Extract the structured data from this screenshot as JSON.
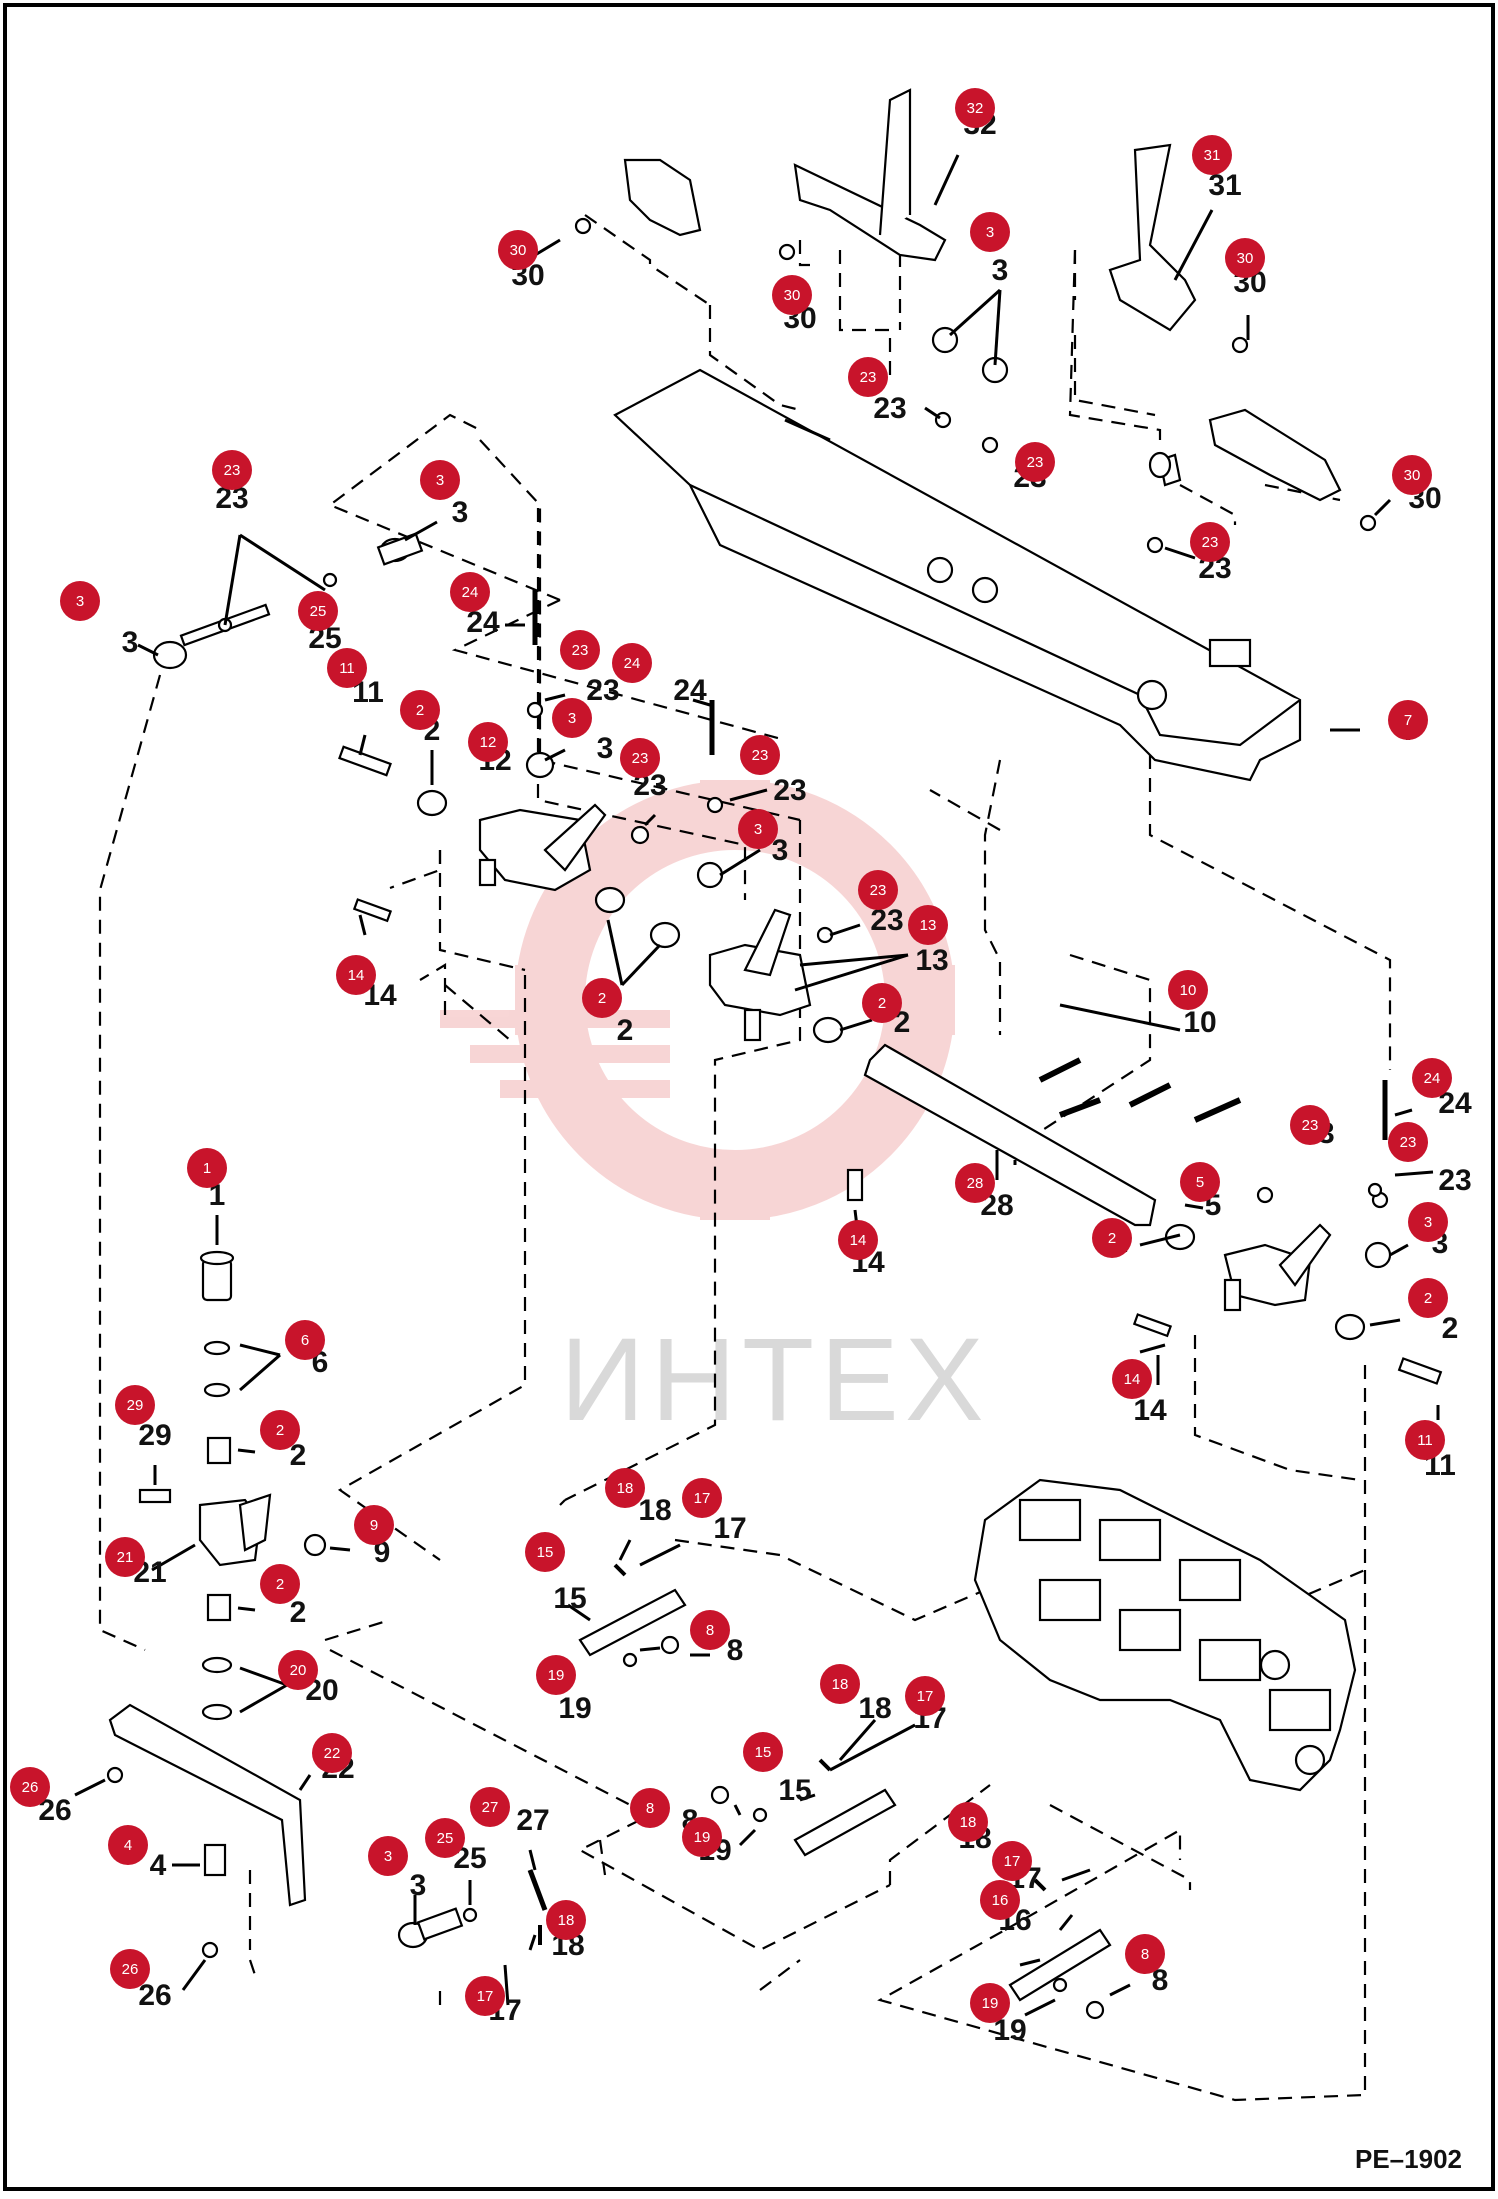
{
  "drawing": {
    "code": "PE–1902",
    "watermark": "ИНТЕХ"
  },
  "colors": {
    "badge": "#c8142b",
    "line": "#000000",
    "watermark": "#f2b4b4"
  },
  "callouts": [
    {
      "id": "c1",
      "label": "32",
      "badge": "32"
    },
    {
      "id": "c2",
      "label": "3",
      "badge": "3"
    },
    {
      "id": "c3",
      "label": "31",
      "badge": "31"
    },
    {
      "id": "c4",
      "label": "30",
      "badge": "30"
    },
    {
      "id": "c5",
      "label": "30",
      "badge": "30"
    },
    {
      "id": "c6",
      "label": "30",
      "badge": "30"
    },
    {
      "id": "c7",
      "label": "23",
      "badge": "23"
    },
    {
      "id": "c8",
      "label": "23",
      "badge": "23"
    },
    {
      "id": "c9",
      "label": "30",
      "badge": "30"
    },
    {
      "id": "c10",
      "label": "23",
      "badge": "23"
    },
    {
      "id": "c11",
      "label": "3",
      "badge": "3"
    },
    {
      "id": "c12",
      "label": "23",
      "badge": "23"
    },
    {
      "id": "c13",
      "label": "3",
      "badge": "3"
    },
    {
      "id": "c14",
      "label": "25",
      "badge": "25"
    },
    {
      "id": "c15",
      "label": "24",
      "badge": "24"
    },
    {
      "id": "c16",
      "label": "23",
      "badge": "23"
    },
    {
      "id": "c17",
      "label": "24",
      "badge": "24"
    },
    {
      "id": "c18",
      "label": "11",
      "badge": "11"
    },
    {
      "id": "c19",
      "label": "2",
      "badge": "2"
    },
    {
      "id": "c20",
      "label": "12",
      "badge": "12"
    },
    {
      "id": "c21",
      "label": "3",
      "badge": "3"
    },
    {
      "id": "c22",
      "label": "23",
      "badge": "23"
    },
    {
      "id": "c23",
      "label": "23",
      "badge": "23"
    },
    {
      "id": "c24",
      "label": "3",
      "badge": "3"
    },
    {
      "id": "c25",
      "label": "7",
      "badge": "7"
    },
    {
      "id": "c26",
      "label": "23",
      "badge": "23"
    },
    {
      "id": "c27",
      "label": "13",
      "badge": "13"
    },
    {
      "id": "c28",
      "label": "14",
      "badge": "14"
    },
    {
      "id": "c29",
      "label": "2",
      "badge": "2"
    },
    {
      "id": "c30",
      "label": "2",
      "badge": "2"
    },
    {
      "id": "c31",
      "label": "10",
      "badge": "10"
    },
    {
      "id": "c32",
      "label": "24",
      "badge": "24"
    },
    {
      "id": "c33",
      "label": "23",
      "badge": "23"
    },
    {
      "id": "c34",
      "label": "23",
      "badge": "23"
    },
    {
      "id": "c35",
      "label": "28",
      "badge": "28"
    },
    {
      "id": "c36",
      "label": "14",
      "badge": "14"
    },
    {
      "id": "c37",
      "label": "5",
      "badge": "5"
    },
    {
      "id": "c38",
      "label": "3",
      "badge": "3"
    },
    {
      "id": "c39",
      "label": "2",
      "badge": "2"
    },
    {
      "id": "c40",
      "label": "2",
      "badge": "2"
    },
    {
      "id": "c41",
      "label": "14",
      "badge": "14"
    },
    {
      "id": "c42",
      "label": "11",
      "badge": "11"
    },
    {
      "id": "c43",
      "label": "1",
      "badge": "1"
    },
    {
      "id": "c44",
      "label": "6",
      "badge": "6"
    },
    {
      "id": "c45",
      "label": "29",
      "badge": "29"
    },
    {
      "id": "c46",
      "label": "2",
      "badge": "2"
    },
    {
      "id": "c47",
      "label": "9",
      "badge": "9"
    },
    {
      "id": "c48",
      "label": "21",
      "badge": "21"
    },
    {
      "id": "c49",
      "label": "2",
      "badge": "2"
    },
    {
      "id": "c50",
      "label": "20",
      "badge": "20"
    },
    {
      "id": "c51",
      "label": "18",
      "badge": "18"
    },
    {
      "id": "c52",
      "label": "17",
      "badge": "17"
    },
    {
      "id": "c53",
      "label": "15",
      "badge": "15"
    },
    {
      "id": "c54",
      "label": "8",
      "badge": "8"
    },
    {
      "id": "c55",
      "label": "19",
      "badge": "19"
    },
    {
      "id": "c56",
      "label": "22",
      "badge": "22"
    },
    {
      "id": "c57",
      "label": "26",
      "badge": "26"
    },
    {
      "id": "c58",
      "label": "4",
      "badge": "4"
    },
    {
      "id": "c59",
      "label": "26",
      "badge": "26"
    },
    {
      "id": "c60",
      "label": "3",
      "badge": "3"
    },
    {
      "id": "c61",
      "label": "25",
      "badge": "25"
    },
    {
      "id": "c62",
      "label": "27",
      "badge": "27"
    },
    {
      "id": "c63",
      "label": "18",
      "badge": "18"
    },
    {
      "id": "c64",
      "label": "17",
      "badge": "17"
    },
    {
      "id": "c65",
      "label": "18",
      "badge": "18"
    },
    {
      "id": "c66",
      "label": "17",
      "badge": "17"
    },
    {
      "id": "c67",
      "label": "15",
      "badge": "15"
    },
    {
      "id": "c68",
      "label": "8",
      "badge": "8"
    },
    {
      "id": "c69",
      "label": "19",
      "badge": "19"
    },
    {
      "id": "c70",
      "label": "17",
      "badge": "17"
    },
    {
      "id": "c71",
      "label": "18",
      "badge": "18"
    },
    {
      "id": "c72",
      "label": "16",
      "badge": "16"
    },
    {
      "id": "c73",
      "label": "8",
      "badge": "8"
    },
    {
      "id": "c74",
      "label": "19",
      "badge": "19"
    }
  ]
}
